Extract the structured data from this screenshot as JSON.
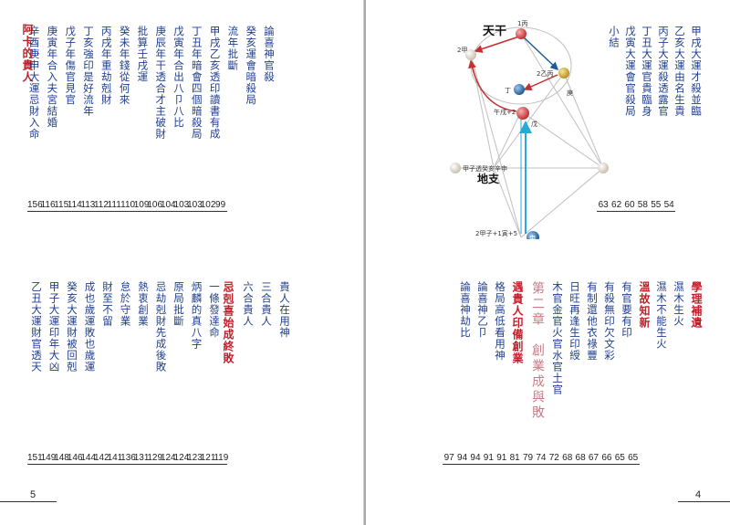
{
  "left_page": {
    "page_number": "5",
    "top_heading": "阿卡的貴人",
    "top_items": [
      "論喜神官殺",
      "癸亥運會暗殺局",
      "流年批斷",
      "甲戌乙亥透印讀書有成",
      "丁丑年暗會四個暗殺局",
      "戊寅年合出八卩八比",
      "庚辰年干透合才主破財",
      "批算壬戌運",
      "癸未年錢從何來",
      "丙戌年重劫剋財",
      "丁亥強印是好流年",
      "戊子年傷官見官",
      "庚寅年合入夫宮結婚",
      "辛酉庚申大運忌財入命"
    ],
    "top_numbers": [
      "156",
      "116",
      "115",
      "114",
      "113",
      "112",
      "111",
      "110",
      "109",
      "106",
      "104",
      "103",
      "103",
      "102",
      "99"
    ],
    "bottom_items": [
      "乙丑大運財官透天",
      "甲子大運印年大凶",
      "癸亥大運財被回剋",
      "成也歲運敗也歲運",
      "財至不留",
      "怠於守業",
      "熱衷創業",
      "忌劫剋財先成後敗",
      "原局批斷",
      "炳麟的真八字",
      "一條發達命"
    ],
    "bottom_heading": "忌剋喜始成終敗",
    "bottom_items2": [
      "六合貴人",
      "三合貴人",
      "貴人在用神"
    ],
    "bottom_numbers": [
      "151",
      "149",
      "148",
      "146",
      "144",
      "142",
      "141",
      "136",
      "131",
      "129",
      "124",
      "124",
      "123",
      "121",
      "119"
    ]
  },
  "right_page": {
    "page_number": "4",
    "top_items": [
      "甲戌大運才殺並臨",
      "乙亥大運由名生貴",
      "丙子大運殺透露官",
      "丁丑大運官貴臨身",
      "戊寅大運會官殺局",
      "小結"
    ],
    "top_numbers": [
      "63",
      "62",
      "60",
      "58",
      "55",
      "54"
    ],
    "diagram": {
      "heaven_label": "天干",
      "earth_label": "地支",
      "node_labels": [
        "1丙",
        "2甲",
        "2乙丙",
        "庚",
        "丁",
        "午戌+2",
        "戊",
        "甲子透癸亥辛申",
        "2甲子+1寅+5",
        "申"
      ]
    },
    "bottom_sections": [
      {
        "heading": "學理補遺",
        "items": [
          "濕木生火",
          "濕木不能生火"
        ]
      },
      {
        "heading": "溫故知新",
        "items": [
          "有官要有印",
          "有殺無印欠文彩",
          "有制還他衣祿豐",
          "日旺再逢生印綬",
          "木官金官火官水官土官"
        ]
      }
    ],
    "chapter_title": "第二章　創業成與敗",
    "chapter_heading": "遇貴人印備創業",
    "chapter_items": [
      "格局高低看用神",
      "論喜神乙卩",
      "論喜神劫比"
    ],
    "bottom_numbers": [
      "97",
      "94",
      "94",
      "91",
      "91",
      "81",
      "79",
      "74",
      "72",
      "68",
      "68",
      "67",
      "66",
      "65",
      "65"
    ]
  }
}
